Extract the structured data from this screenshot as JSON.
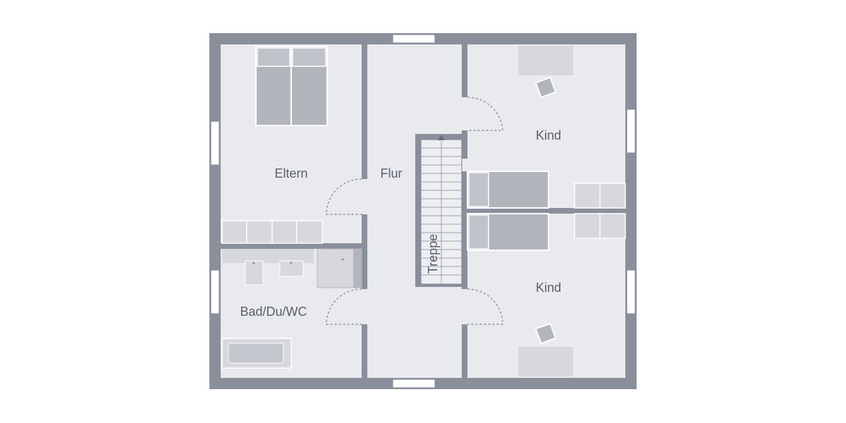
{
  "colors": {
    "wall": "#8a8f9c",
    "floor": "#e9eaee",
    "furniture_dark": "#b3b5bd",
    "furniture_light": "#d7d8de",
    "outline": "#7c808c",
    "window": "#ffffff"
  },
  "rooms": {
    "eltern": "Eltern",
    "flur": "Flur",
    "kind_top": "Kind",
    "kind_bottom": "Kind",
    "bad": "Bad/Du/WC",
    "treppe": "Treppe"
  },
  "icons": {
    "stair_arrow": "arrow-up-icon"
  }
}
